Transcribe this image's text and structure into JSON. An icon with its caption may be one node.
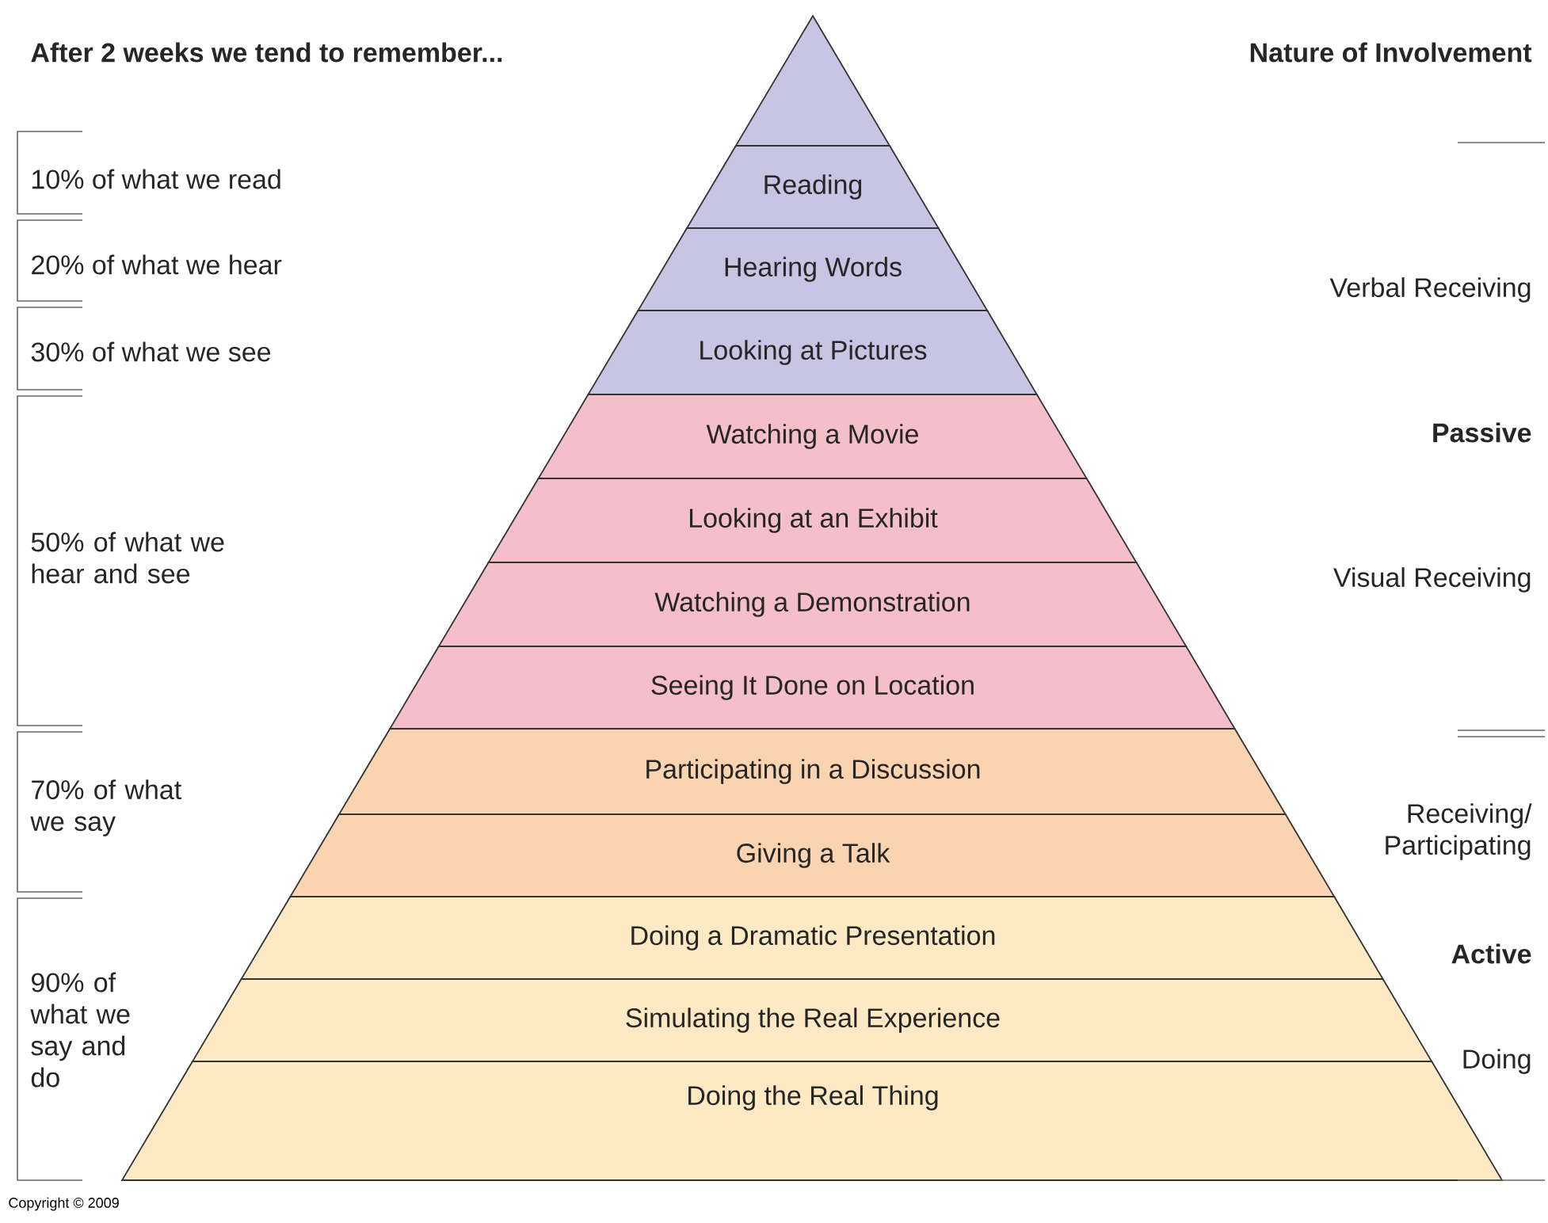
{
  "diagram": {
    "caption": "Copyright © 2009",
    "nodes": [
      {
        "text": [],
        "shape": "triangle"
      },
      {
        "text": [
          "Reading"
        ]
      },
      {
        "text": [
          "Hearing Words"
        ]
      },
      {
        "text": [
          "Looking at Pictures"
        ]
      },
      {
        "text": [
          "Watching a Movie"
        ]
      },
      {
        "text": [
          "Looking at an Exhibit"
        ]
      },
      {
        "text": [
          "Watching a Demonstration"
        ]
      },
      {
        "text": [
          "Seeing It Done on Location"
        ]
      },
      {
        "text": [
          "Participating in a Discussion"
        ]
      },
      {
        "text": [
          "Giving a Talk"
        ]
      },
      {
        "text": [
          "Doing a Dramatic Presentation"
        ]
      },
      {
        "text": [
          "Simulating the Real Experience"
        ]
      },
      {
        "text": [
          "Doing the Real Thing"
        ]
      }
    ],
    "labels": [
      "After 2 weeks we tend to remember...",
      "Nature of Involvement",
      "10% of what we read",
      "20% of what we hear",
      "30% of what we see",
      "50% of what we hear and see",
      "70% of what we say",
      "90% of what we say and do",
      "Verbal Receiving",
      "Passive",
      "Visual Receiving",
      "Receiving/ Participating",
      "Active",
      "Doing"
    ]
  }
}
